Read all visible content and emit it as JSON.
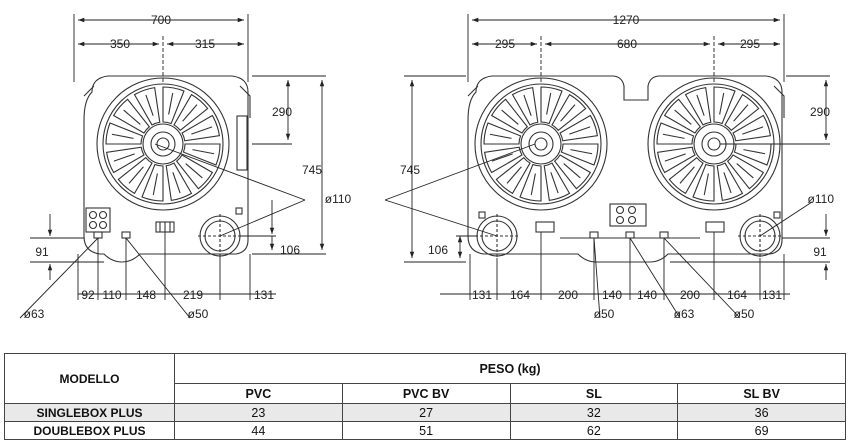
{
  "single": {
    "dim_width_total": "700",
    "dim_left_half": "350",
    "dim_right_part": "315",
    "dim_height_top": "290",
    "dim_height_total": "745",
    "dim_height_side": "106",
    "dim_left_low": "91",
    "dim_bottom": [
      "92",
      "110",
      "148",
      "219",
      "131"
    ],
    "dim_dia_110": "ø110",
    "dim_dia_63": "ø63",
    "dim_dia_50": "ø50"
  },
  "double": {
    "dim_width_total": "1270",
    "dim_left": "295",
    "dim_mid": "680",
    "dim_right": "295",
    "dim_height_top": "290",
    "dim_height_total": "745",
    "dim_height_side": "106",
    "dim_right_low": "91",
    "dim_bottom": [
      "131",
      "164",
      "200",
      "140",
      "140",
      "200",
      "164",
      "131"
    ],
    "dim_dia_110": "ø110",
    "dim_dia_50_left": "ø50",
    "dim_dia_63": "ø63",
    "dim_dia_50_right": "ø50"
  },
  "table": {
    "header_model": "MODELLO",
    "header_weight": "PESO (kg)",
    "columns": [
      "PVC",
      "PVC BV",
      "SL",
      "SL BV"
    ],
    "rows": [
      {
        "model": "SINGLEBOX PLUS",
        "values": [
          "23",
          "27",
          "32",
          "36"
        ]
      },
      {
        "model": "DOUBLEBOX PLUS",
        "values": [
          "44",
          "51",
          "62",
          "69"
        ]
      }
    ]
  }
}
